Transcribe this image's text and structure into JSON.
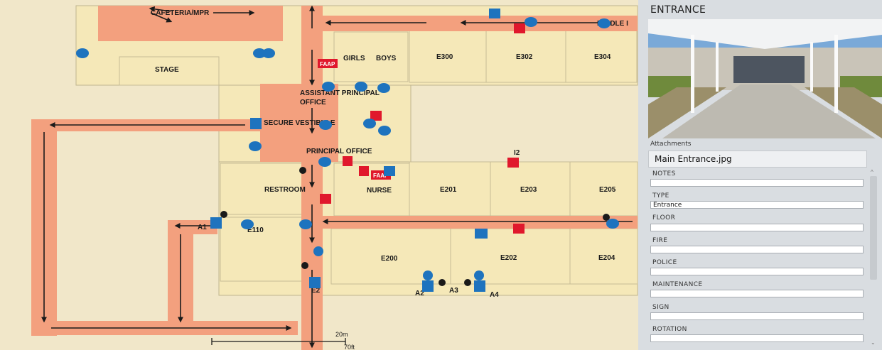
{
  "map": {
    "rooms": {
      "cafeteria": "CAFETERIA/MPR",
      "middle": "MIDDLE I",
      "stage": "STAGE",
      "girls": "GIRLS",
      "boys": "BOYS",
      "e300": "E300",
      "e302": "E302",
      "e304": "E304",
      "assistant_principal_1": "ASSISTANT PRINCIPAL",
      "assistant_principal_2": "OFFICE",
      "secure_vestibule": "SECURE VESTIBULE",
      "principal_office": "PRINCIPAL OFFICE",
      "restroom": "RESTROOM",
      "nurse": "NURSE",
      "e201": "E201",
      "e203": "E203",
      "e205": "E205",
      "e110": "E110",
      "e200": "E200",
      "e202": "E202",
      "e204": "E204"
    },
    "markers": {
      "a1": "A1",
      "a2": "A2",
      "a3": "A3",
      "a4": "A4",
      "e2": "E2",
      "i2": "I2",
      "faap1": "FAAP",
      "faap2": "FAAP"
    },
    "scale": {
      "metric": "20m",
      "imperial": "70ft"
    },
    "colors": {
      "floor": "#f5e8b8",
      "background": "#f1e7c9",
      "route": "#f3a07e",
      "wall": "#bfb48f",
      "arrow": "#1a1a1a",
      "marker_blue": "#1e73be",
      "marker_red": "#e0182c"
    }
  },
  "panel": {
    "title": "ENTRANCE",
    "attachments_label": "Attachments",
    "attachment_file": "Main Entrance.jpg",
    "fields": [
      {
        "label": "NOTES",
        "value": ""
      },
      {
        "label": "TYPE",
        "value": "Entrance"
      },
      {
        "label": "FLOOR",
        "value": ""
      },
      {
        "label": "FIRE",
        "value": ""
      },
      {
        "label": "POLICE",
        "value": ""
      },
      {
        "label": "MAINTENANCE",
        "value": ""
      },
      {
        "label": "SIGN",
        "value": ""
      },
      {
        "label": "ROTATION",
        "value": ""
      }
    ]
  }
}
